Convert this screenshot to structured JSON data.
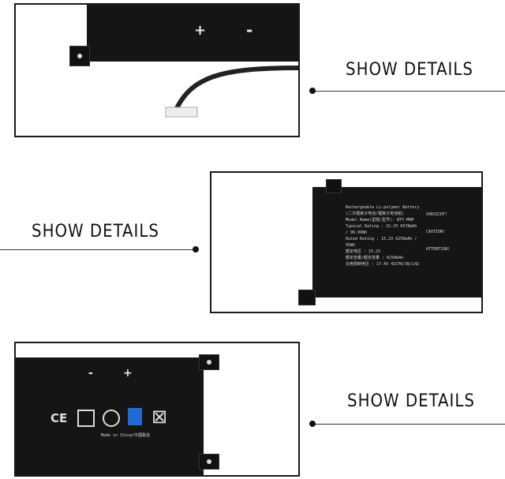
{
  "details": [
    {
      "label": "SHOW DETAILS"
    },
    {
      "label": "SHOW DETAILS"
    },
    {
      "label": "SHOW DETAILS"
    }
  ],
  "battery_top": {
    "plus": "+",
    "minus": "-"
  },
  "battery_middle": {
    "lines": [
      "Rechargeable Li-polymer Battery",
      "(二次锂离子电池/锂离子电池组)",
      "Model Name(型號/型号): BTY-M6M",
      "Typical Rating : 15.2V  6578mAh / 99.99Wh",
      "Rated Rating : 15.2V  6250mAh / 95Wh",
      "额定电压 : 15.2V",
      "额定容量/额定容量 : 6250mAh",
      "充电限制电压 : 17.4V  4ICP8/36/142"
    ],
    "warnings": [
      "VORSICHT!",
      "CAUTION!",
      "ATTENTION!"
    ]
  },
  "battery_bottom": {
    "minus": "-",
    "plus": "+",
    "made_in": "Made in China/中國製造"
  }
}
